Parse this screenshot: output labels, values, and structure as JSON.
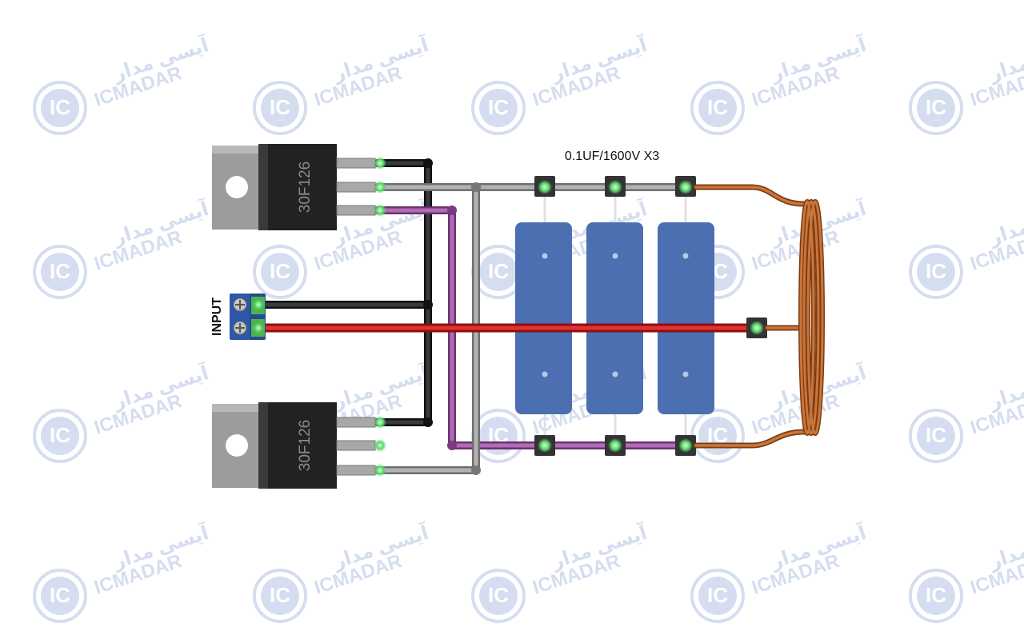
{
  "capacitor_label": "0.1UF/1600V X3",
  "input_label": "INPUT",
  "transistor_label": "30F126",
  "watermark": {
    "brand_latin": "ICMADAR",
    "brand_persian": "آیسی مدار",
    "badge_text": "IC"
  },
  "colors": {
    "chip_body": "#222222",
    "heatsink": "#9c9c9c",
    "capacitor": "#4b6fb0",
    "terminal_block": "#2d57a8",
    "wire_black": "#1c1c1c",
    "wire_gray": "#8c8c8c",
    "wire_purple": "#8d4b90",
    "wire_red": "#c81d1d",
    "coil_copper": "#b5612b",
    "pin_glow": "#5ad86a",
    "watermark": "#d3dcf0"
  },
  "transistors": [
    {
      "id": "q1",
      "label": "30F126"
    },
    {
      "id": "q2",
      "label": "30F126"
    }
  ],
  "capacitors": [
    {
      "id": "c1"
    },
    {
      "id": "c2"
    },
    {
      "id": "c3"
    }
  ]
}
